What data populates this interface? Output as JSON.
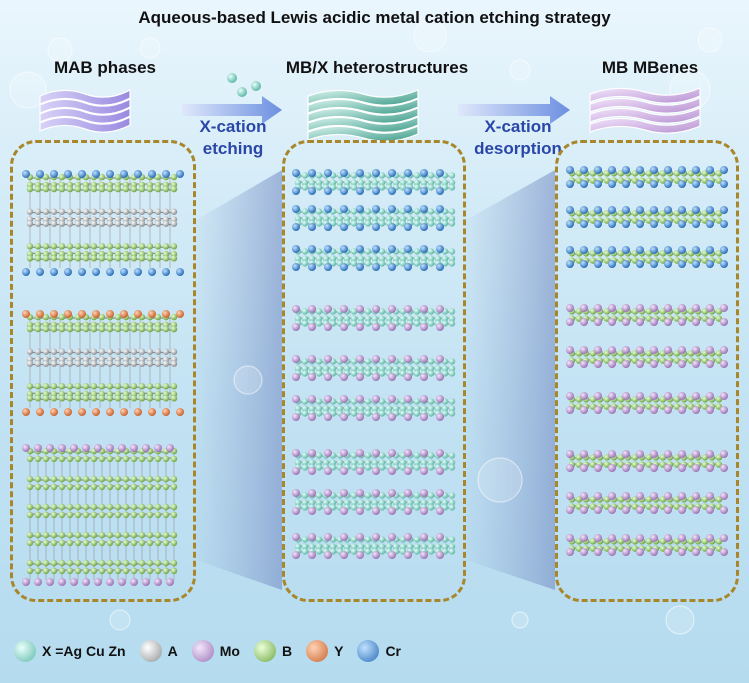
{
  "title": "Aqueous-based Lewis acidic metal cation etching strategy",
  "columns": [
    {
      "label": "MAB phases"
    },
    {
      "label": "MB/X heterostructures"
    },
    {
      "label": "MB MBenes"
    }
  ],
  "arrows": [
    {
      "line1": "X-cation",
      "line2": "etching"
    },
    {
      "line1": "X-cation",
      "line2": "desorption"
    }
  ],
  "legend": [
    {
      "label": "X =Ag Cu  Zn",
      "color": "#9adfd2",
      "icon": "x-atom-sphere"
    },
    {
      "label": "A",
      "color": "#c4c7c9",
      "icon": "a-atom-sphere"
    },
    {
      "label": "Mo",
      "color": "#c7a6d9",
      "icon": "mo-atom-sphere"
    },
    {
      "label": "B",
      "color": "#a9d97e",
      "icon": "b-atom-sphere"
    },
    {
      "label": "Y",
      "color": "#e98a55",
      "icon": "y-atom-sphere"
    },
    {
      "label": "Cr",
      "color": "#3d8fd6",
      "icon": "cr-atom-sphere"
    }
  ],
  "colors": {
    "panel_border": "#a8862a",
    "arrow_text": "#2a47a8",
    "cr": "#3d8fd6",
    "y": "#e98a55",
    "mo": "#c7a6d9",
    "x": "#9adfd2",
    "a": "#c4c7c9",
    "b": "#a9d97e"
  }
}
